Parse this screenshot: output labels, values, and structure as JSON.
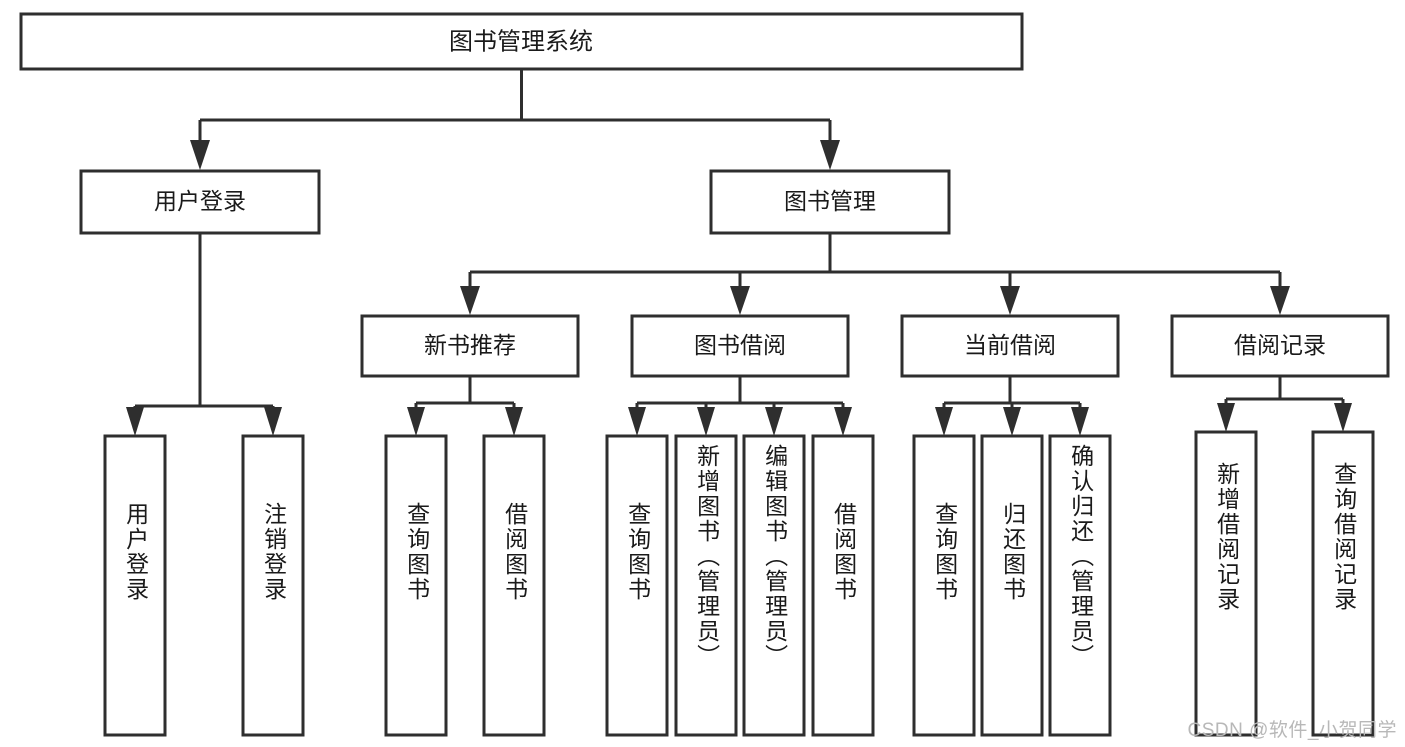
{
  "diagram": {
    "title": "图书管理系统",
    "type": "tree-hierarchy-chart",
    "orientation": "top-down",
    "colors": {
      "box_fill": "#ffffff",
      "box_stroke": "#2e2e2e",
      "text": "#1a1a1a",
      "background": "#ffffff",
      "watermark": "#b8b8b8"
    },
    "root": {
      "label": "图书管理系统"
    },
    "level2": [
      {
        "label": "用户登录"
      },
      {
        "label": "图书管理"
      }
    ],
    "level3": [
      {
        "label": "新书推荐"
      },
      {
        "label": "图书借阅"
      },
      {
        "label": "当前借阅"
      },
      {
        "label": "借阅记录"
      }
    ],
    "leaves": {
      "user_login": [
        {
          "label": "用户登录"
        },
        {
          "label": "注销登录"
        }
      ],
      "new_book_recommend": [
        {
          "label": "查询图书"
        },
        {
          "label": "借阅图书"
        }
      ],
      "book_borrow": [
        {
          "label": "查询图书"
        },
        {
          "label": "新增图书（管理员）"
        },
        {
          "label": "编辑图书（管理员）"
        },
        {
          "label": "借阅图书"
        }
      ],
      "current_borrow": [
        {
          "label": "查询图书"
        },
        {
          "label": "归还图书"
        },
        {
          "label": "确认归还（管理员）"
        }
      ],
      "borrow_record": [
        {
          "label": "新增借阅记录"
        },
        {
          "label": "查询借阅记录"
        }
      ]
    }
  },
  "watermark": {
    "text": "CSDN @软件_小贺同学"
  }
}
